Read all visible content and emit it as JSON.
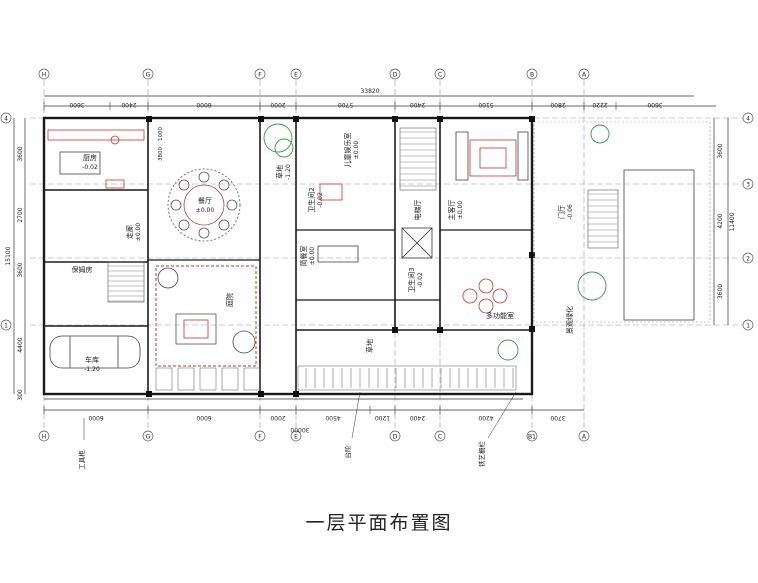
{
  "title": "一层平面布置图",
  "dimensions": {
    "top_total": "33820",
    "top": [
      "3600",
      "2400",
      "6000",
      "2000",
      "5700",
      "2400",
      "5100",
      "2800",
      "2220",
      "3600"
    ],
    "bottom_total": "30000",
    "bottom": [
      "6000",
      "6000",
      "2000",
      "4500",
      "1200",
      "2400",
      "4200",
      "3700"
    ],
    "left_total": "15100",
    "left": [
      "3600",
      "2700",
      "3600",
      "4400",
      "300"
    ],
    "left_small": [
      "1000",
      "3800"
    ],
    "right_total": "11400",
    "right": [
      "3600",
      "4200",
      "3600"
    ]
  },
  "axes": {
    "columns_top": [
      "H",
      "G",
      "F",
      "E",
      "D",
      "C",
      "B",
      "A"
    ],
    "columns_bottom": [
      "H",
      "G",
      "F",
      "E",
      "D",
      "C",
      "B1",
      "A"
    ],
    "rows_left": [
      "4",
      "1"
    ],
    "rows_right": [
      "4",
      "3",
      "2",
      "1"
    ]
  },
  "rooms": {
    "kitchen": {
      "name": "厨房",
      "level": "-0.02"
    },
    "dining": {
      "name": "餐厅",
      "level": "±0.00"
    },
    "corridor": {
      "name": "走廊",
      "level": "±0.00"
    },
    "nanny": {
      "name": "保姆房",
      "level": ""
    },
    "garage": {
      "name": "车库",
      "level": "-1.20"
    },
    "courtyard": {
      "name": "庭院",
      "level": ""
    },
    "children": {
      "name": "儿童娱乐室",
      "level": "±0.00"
    },
    "bath2": {
      "name": "卫生间2",
      "level": "-0.02"
    },
    "planter": {
      "name": "草地",
      "level": "-1.20"
    },
    "breakfast": {
      "name": "简餐室",
      "level": "±0.00"
    },
    "elevator": {
      "name": "电梯厅",
      "level": ""
    },
    "living": {
      "name": "主客厅",
      "level": "±0.00"
    },
    "bath3": {
      "name": "卫生间3",
      "level": "-0.02"
    },
    "multi": {
      "name": "多功能室",
      "level": ""
    },
    "porch": {
      "name": "门厅",
      "level": "-0.06"
    },
    "lawn": {
      "name": "草地",
      "level": ""
    },
    "landscape": {
      "name": "景观绿化",
      "level": ""
    }
  },
  "annotations": {
    "tool_cabinet": "工具柜",
    "steps": "台阶",
    "railing": "铁艺栅栏"
  },
  "colors": {
    "line": "#333333",
    "grid": "#888888",
    "furniture": "#c0392b",
    "green": "#2e9e3f",
    "wall": "#1a1a1a"
  }
}
